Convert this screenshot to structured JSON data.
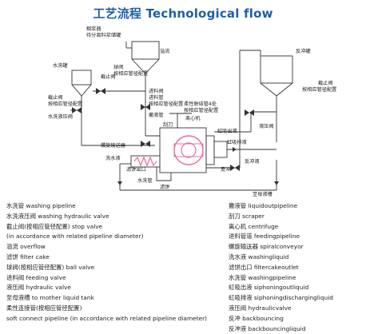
{
  "title": "工艺流程 Technological flow",
  "diagram_labels": {
    "pulp_tank_1": "稠浆器",
    "pulp_tank_2": "待分离料浆储罐",
    "overflow": "溢流",
    "wash_tank": "水洗罐",
    "ball_valve": "球阀",
    "pipe_config": "按相应管径配置",
    "stop_valve": "截止阀",
    "stop_valve_2": "截止阀",
    "pipe_config_2": "按相应管径配置",
    "wash_hydraulic": "水洗液压阀",
    "feed_valve": "进料阀",
    "feed_pipe": "进料管",
    "pipe_config_3": "按相应管径配置",
    "flush_pipe": "撇液管",
    "soft_connect": "柔性联结管4处",
    "soft_connect_2": "按相应管径配置",
    "centrifuge": "离心机",
    "scraper": "刮刀",
    "siphon_pipe": "虹吸出液",
    "siphon_liquid": "虹吸排液",
    "hydraulic_valve": "液压阀",
    "screw": "螺旋输送器",
    "wash_water": "洗水液",
    "cake_outlet": "滤饼出口",
    "water_wash_pipe": "水洗管",
    "filter_cake": "滤饼",
    "back_flush": "反冲",
    "back_flush_liquid": "反冲液",
    "mother_tank": "至母液槽",
    "backflush_tank": "反冲罐",
    "stop_valve_3": "截止阀",
    "pipe_config_4": "按相应管径配置"
  },
  "legend_left": [
    "水洗管 washing pipeline",
    "水洗液压阀 washing hydraulic valve",
    "截止阀(按相应管径配置) stop valve",
    "(in accordance with related pipeline diameter)",
    "溢流 overflow",
    "滤饼 filter cake",
    "球阀(按相应管径配置) ball valve",
    "进料阀 feeding valve",
    "液压阀 hydraulic valve",
    "至母液槽 to mother liquid tank",
    "柔性连接管(按相应管径配置)",
    "soft connect pipeline (in accordance with related pipeline diameter)"
  ],
  "legend_right": [
    "撇液管 liquidoutpipeline",
    "刮刀 scraper",
    "离心机 centrifuge",
    "进料管道 feedingpipeline",
    "螺旋输送器 spiralconveyor",
    "洗水液 washingliquid",
    "滤饼出口 filtercakeoutlet",
    "水洗管 washingpipeline",
    "虹吸出液 siphoningoutliquid",
    "虹吸排液 siphoningdischargingliquid",
    "液压阀 hydraulicvalve",
    "反冲 backbouncing",
    "反冲液 backbouncingliquid"
  ],
  "colors": {
    "title": "#1f5fa8",
    "line": "#333333",
    "centrifuge": "#e86aa0",
    "screw": "#e86aa0"
  }
}
